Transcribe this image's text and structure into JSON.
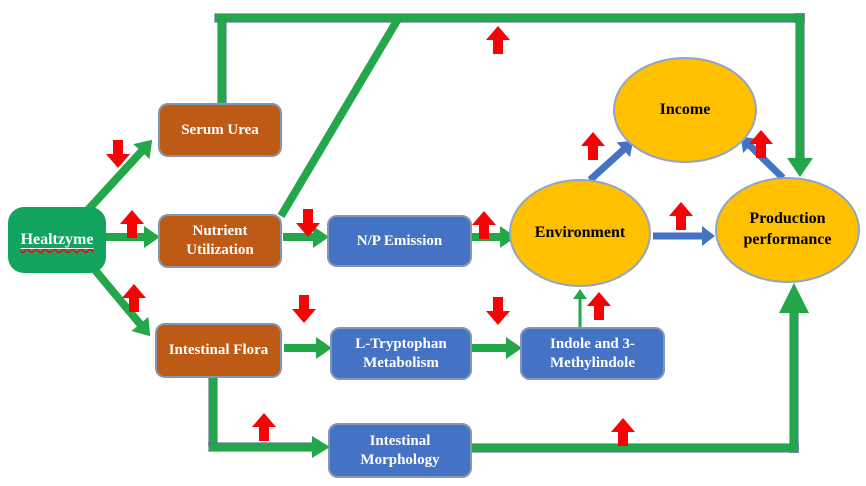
{
  "nodes": {
    "healtzyme": {
      "label": "Healtzyme",
      "shape": "rounded-rect",
      "color": "#12A45E",
      "text_color": "#FFFFFF",
      "note": "label shown underlined with red spellcheck squiggle"
    },
    "serum_urea": {
      "label": "Serum Urea",
      "shape": "rounded-rect",
      "color": "#BD5A15",
      "text_color": "#FFFFFF"
    },
    "nutrient_utilization": {
      "label": "Nutrient Utilization",
      "shape": "rounded-rect",
      "color": "#BD5A15",
      "text_color": "#FFFFFF"
    },
    "intestinal_flora": {
      "label": "Intestinal Flora",
      "shape": "rounded-rect",
      "color": "#BD5A15",
      "text_color": "#FFFFFF"
    },
    "np_emission": {
      "label": "N/P Emission",
      "shape": "rounded-rect",
      "color": "#4472C4",
      "text_color": "#FFFFFF"
    },
    "l_tryptophan_metabolism": {
      "label": "L-Tryptophan Metabolism",
      "shape": "rounded-rect",
      "color": "#4472C4",
      "text_color": "#FFFFFF"
    },
    "indole_3methylindole": {
      "label": "Indole and 3-Methylindole",
      "shape": "rounded-rect",
      "color": "#4472C4",
      "text_color": "#FFFFFF"
    },
    "intestinal_morphology": {
      "label": "Intestinal Morphology",
      "shape": "rounded-rect",
      "color": "#4472C4",
      "text_color": "#FFFFFF"
    },
    "income": {
      "label": "Income",
      "shape": "ellipse",
      "color": "#FFC000",
      "text_color": "#000000"
    },
    "environment": {
      "label": "Environment",
      "shape": "ellipse",
      "color": "#FFC000",
      "text_color": "#000000"
    },
    "production_performance": {
      "label": "Production performance",
      "shape": "ellipse",
      "color": "#FFC000",
      "text_color": "#000000"
    }
  },
  "edges": [
    {
      "from": "Healtzyme",
      "to": "Serum Urea",
      "color": "green"
    },
    {
      "from": "Healtzyme",
      "to": "Nutrient Utilization",
      "color": "green"
    },
    {
      "from": "Healtzyme",
      "to": "Intestinal Flora",
      "color": "green"
    },
    {
      "from": "Serum Urea",
      "to": "Production performance",
      "color": "green",
      "route": "up and across top"
    },
    {
      "from": "Nutrient Utilization",
      "to": "Production performance",
      "color": "green",
      "route": "diagonal to top line"
    },
    {
      "from": "Nutrient Utilization",
      "to": "N/P Emission",
      "color": "green"
    },
    {
      "from": "N/P Emission",
      "to": "Environment",
      "color": "green"
    },
    {
      "from": "Intestinal Flora",
      "to": "L-Tryptophan Metabolism",
      "color": "green"
    },
    {
      "from": "L-Tryptophan Metabolism",
      "to": "Indole and 3-Methylindole",
      "color": "green"
    },
    {
      "from": "Indole and 3-Methylindole",
      "to": "Environment",
      "color": "green",
      "style": "thin"
    },
    {
      "from": "Intestinal Flora",
      "to": "Intestinal Morphology",
      "color": "green",
      "route": "down then right"
    },
    {
      "from": "Intestinal Morphology",
      "to": "Production performance",
      "color": "green",
      "route": "right then up"
    },
    {
      "from": "Environment",
      "to": "Income",
      "color": "blue"
    },
    {
      "from": "Production performance",
      "to": "Income",
      "color": "blue"
    },
    {
      "from": "Environment",
      "to": "Production performance",
      "color": "blue"
    }
  ],
  "indicators": [
    {
      "direction": "down",
      "near": "Healtzyme to Serum Urea"
    },
    {
      "direction": "up",
      "near": "Healtzyme to Nutrient Utilization"
    },
    {
      "direction": "up",
      "near": "Healtzyme to Intestinal Flora"
    },
    {
      "direction": "down",
      "near": "Nutrient Utilization to N/P Emission"
    },
    {
      "direction": "up",
      "near": "N/P Emission to Environment"
    },
    {
      "direction": "up",
      "near": "top line to Production performance"
    },
    {
      "direction": "up",
      "near": "Environment to Income"
    },
    {
      "direction": "up",
      "near": "Production performance to Income"
    },
    {
      "direction": "up",
      "near": "Environment to Production performance"
    },
    {
      "direction": "down",
      "near": "Intestinal Flora to L-Tryptophan Metabolism"
    },
    {
      "direction": "down",
      "near": "L-Tryptophan Metabolism to Indole"
    },
    {
      "direction": "up",
      "near": "Indole to Environment"
    },
    {
      "direction": "up",
      "near": "Intestinal Flora to Intestinal Morphology"
    },
    {
      "direction": "up",
      "near": "Intestinal Morphology to Production performance"
    }
  ],
  "icons": {
    "increase": "red-up-block-arrow",
    "decrease": "red-down-block-arrow"
  },
  "colors": {
    "green_line": "#23A74A",
    "green_node": "#12A45E",
    "brown_node": "#BD5A15",
    "blue_node": "#4472C4",
    "blue_arrow": "#4472C4",
    "gold_node": "#FFC000",
    "red_indicator": "#F40404",
    "node_border": "#8496B0"
  }
}
